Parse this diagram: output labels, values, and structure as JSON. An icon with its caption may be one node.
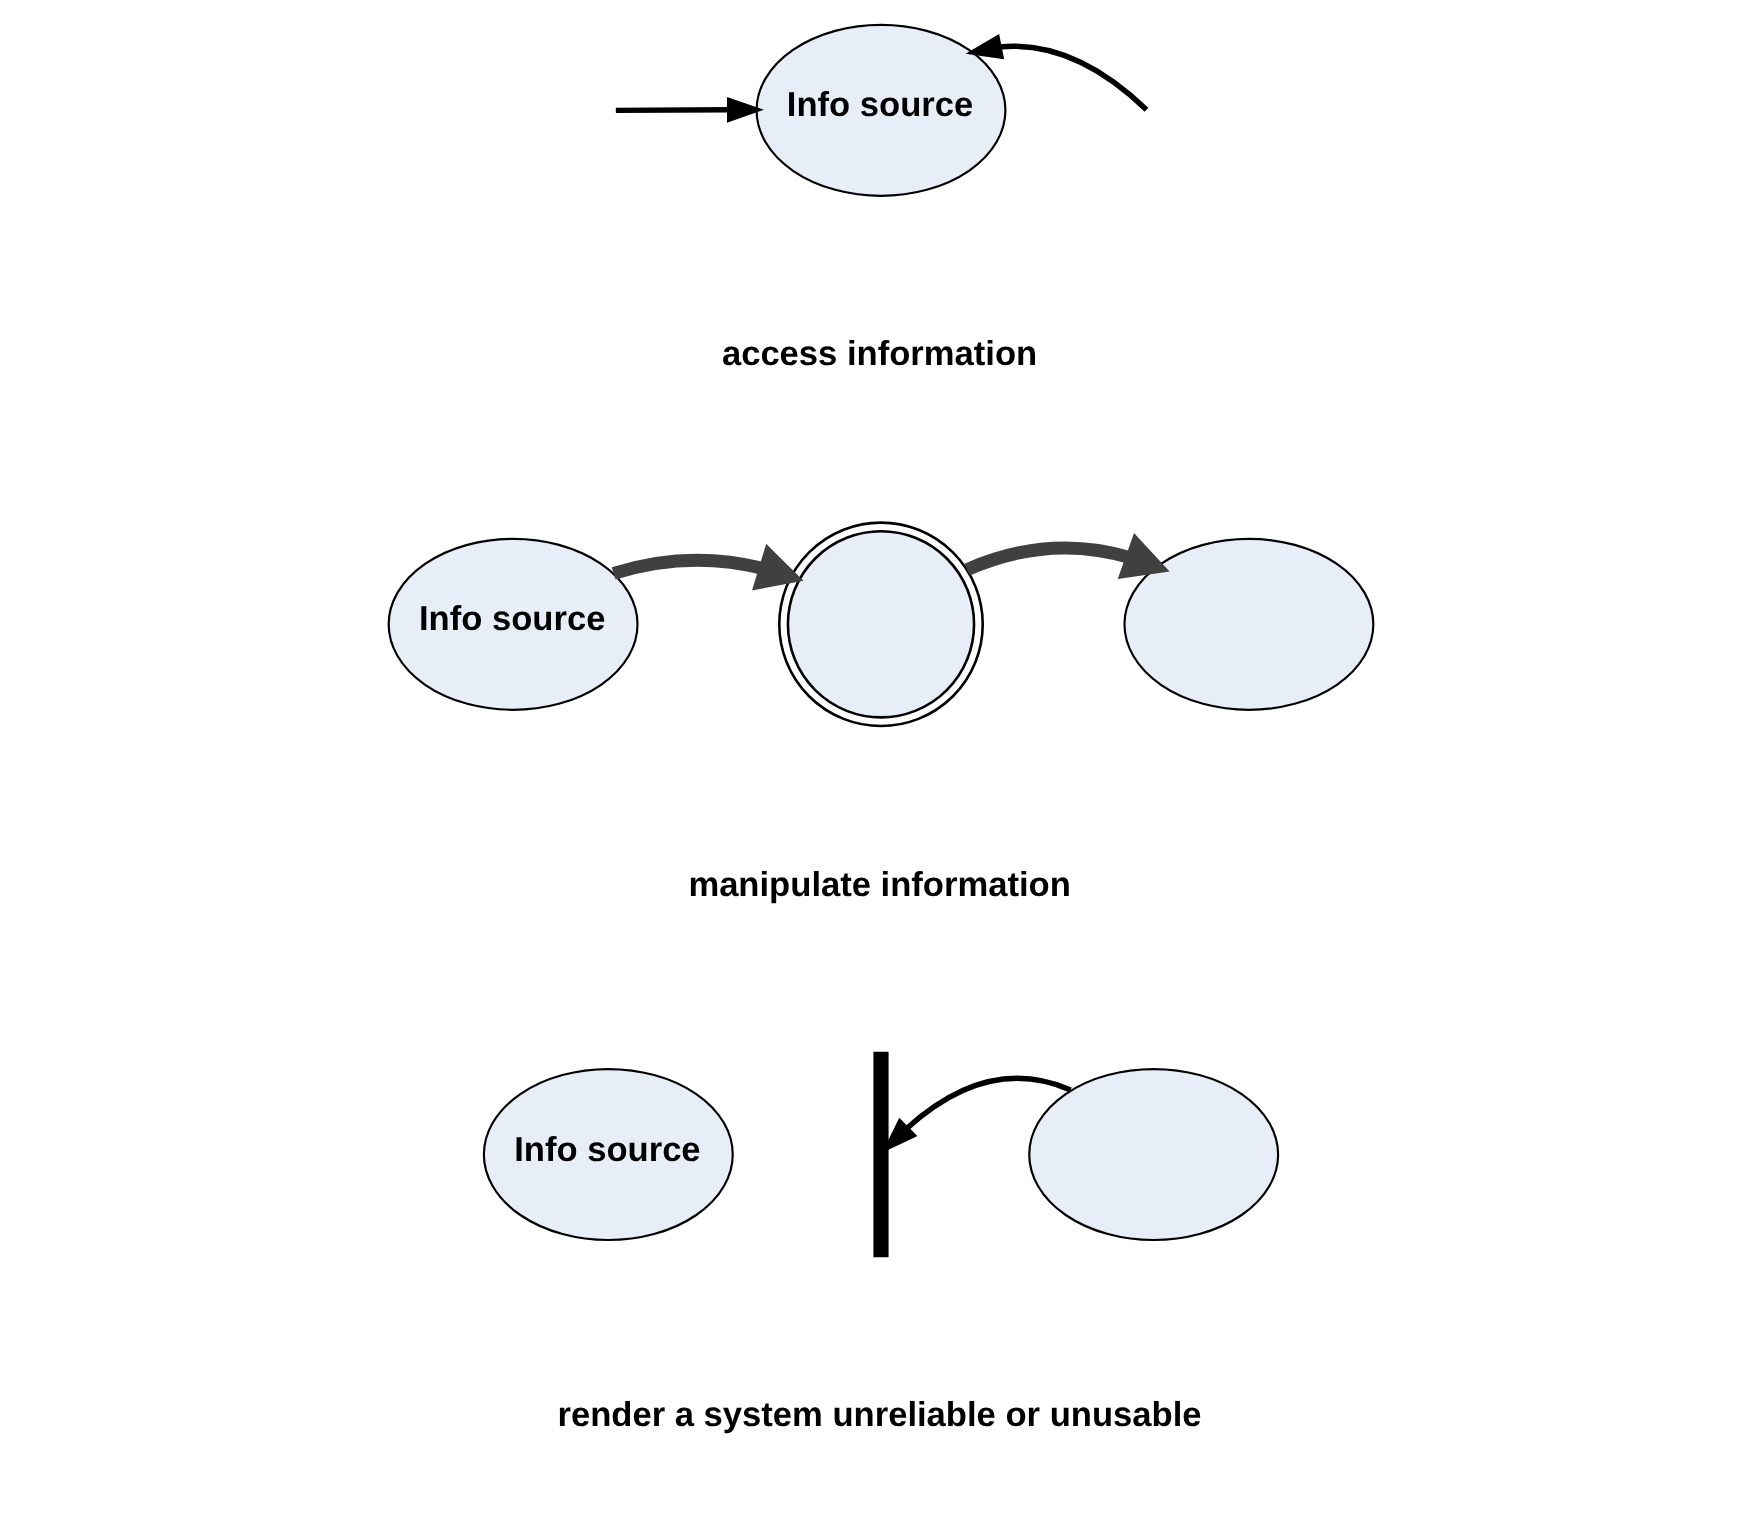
{
  "diagram": {
    "nodes": [
      {
        "text": [
          "Info source"
        ]
      },
      {
        "text": [
          "Info source"
        ]
      },
      {
        "text": [],
        "shape": "circle"
      },
      {
        "text": [],
        "shape": "ellipse"
      },
      {
        "text": [
          "Info source"
        ]
      },
      {
        "text": [],
        "shape": "bar"
      },
      {
        "text": [],
        "shape": "ellipse"
      }
    ],
    "edges": [
      {
        "from": null,
        "to": 0,
        "arrow": "to"
      },
      {
        "from": null,
        "to": 0,
        "arrow": "to"
      },
      {
        "from": 1,
        "to": 2,
        "arrow": "to",
        "style": "thick",
        "color": "#404040"
      },
      {
        "from": 2,
        "to": 3,
        "arrow": "to",
        "style": "thick",
        "color": "#404040"
      },
      {
        "from": 6,
        "to": 5,
        "arrow": "to"
      }
    ],
    "labels": [
      "access information",
      "manipulate information",
      "render a system unreliable or unusable"
    ]
  }
}
